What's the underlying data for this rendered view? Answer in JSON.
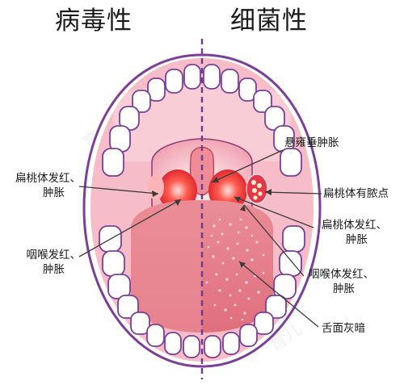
{
  "titles": {
    "left": "病毒性",
    "right": "细菌性"
  },
  "labels": {
    "left_tonsil": [
      "扁桃体发红、",
      "肿胀"
    ],
    "left_pharynx": [
      "咽喉发红、",
      "肿胀"
    ],
    "uvula": "悬雍垂肿胀",
    "right_pus": "扁桃体有脓点",
    "right_tonsil": [
      "扁桃体发红、",
      "肿胀"
    ],
    "right_pharynx": [
      "咽喉体发红、",
      "肿胀"
    ],
    "tongue": "舌面灰暗"
  },
  "colors": {
    "outline": "#7b3f98",
    "mouth_pink": "#f4b7c4",
    "tongue": "#e7848f",
    "throat_red": "#d8202a",
    "tooth_fill": "#ffffff",
    "divider": "#6e3a8e"
  }
}
